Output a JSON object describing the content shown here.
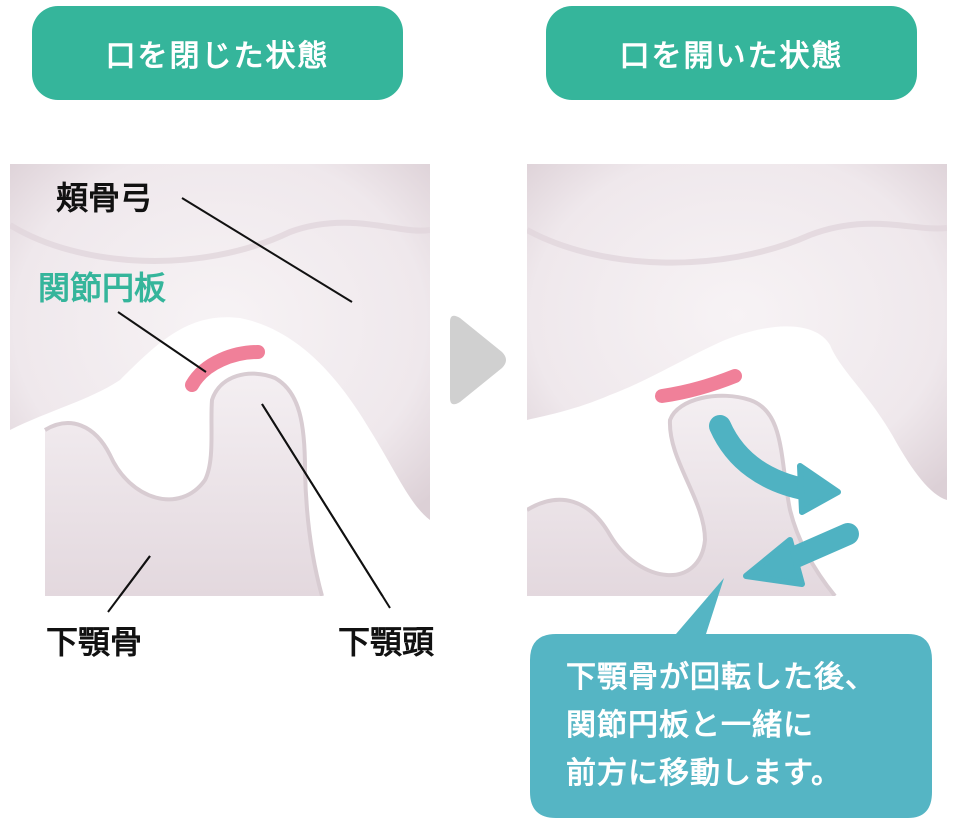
{
  "panels": {
    "left": {
      "title": "口を閉じた状態"
    },
    "right": {
      "title": "口を開いた状態"
    }
  },
  "labels": {
    "zygomatic_arch": "頬骨弓",
    "articular_disc": "関節円板",
    "mandible": "下顎骨",
    "mandibular_head": "下顎頭"
  },
  "callout": {
    "text": "下顎骨が回転した後、\n関節円板と一緒に\n前方に移動します。"
  },
  "colors": {
    "title_bg": "#35b59b",
    "callout_bg": "#55b5c4",
    "arrow": "#4fb2c2",
    "disc": "#f08099",
    "bone": "#f3eef1",
    "shadow": "#d9cdd3",
    "divider_arrow": "#d0d0d0"
  },
  "icons": {
    "divider": "play-triangle-icon",
    "motion": "curved-arrow-icon"
  }
}
